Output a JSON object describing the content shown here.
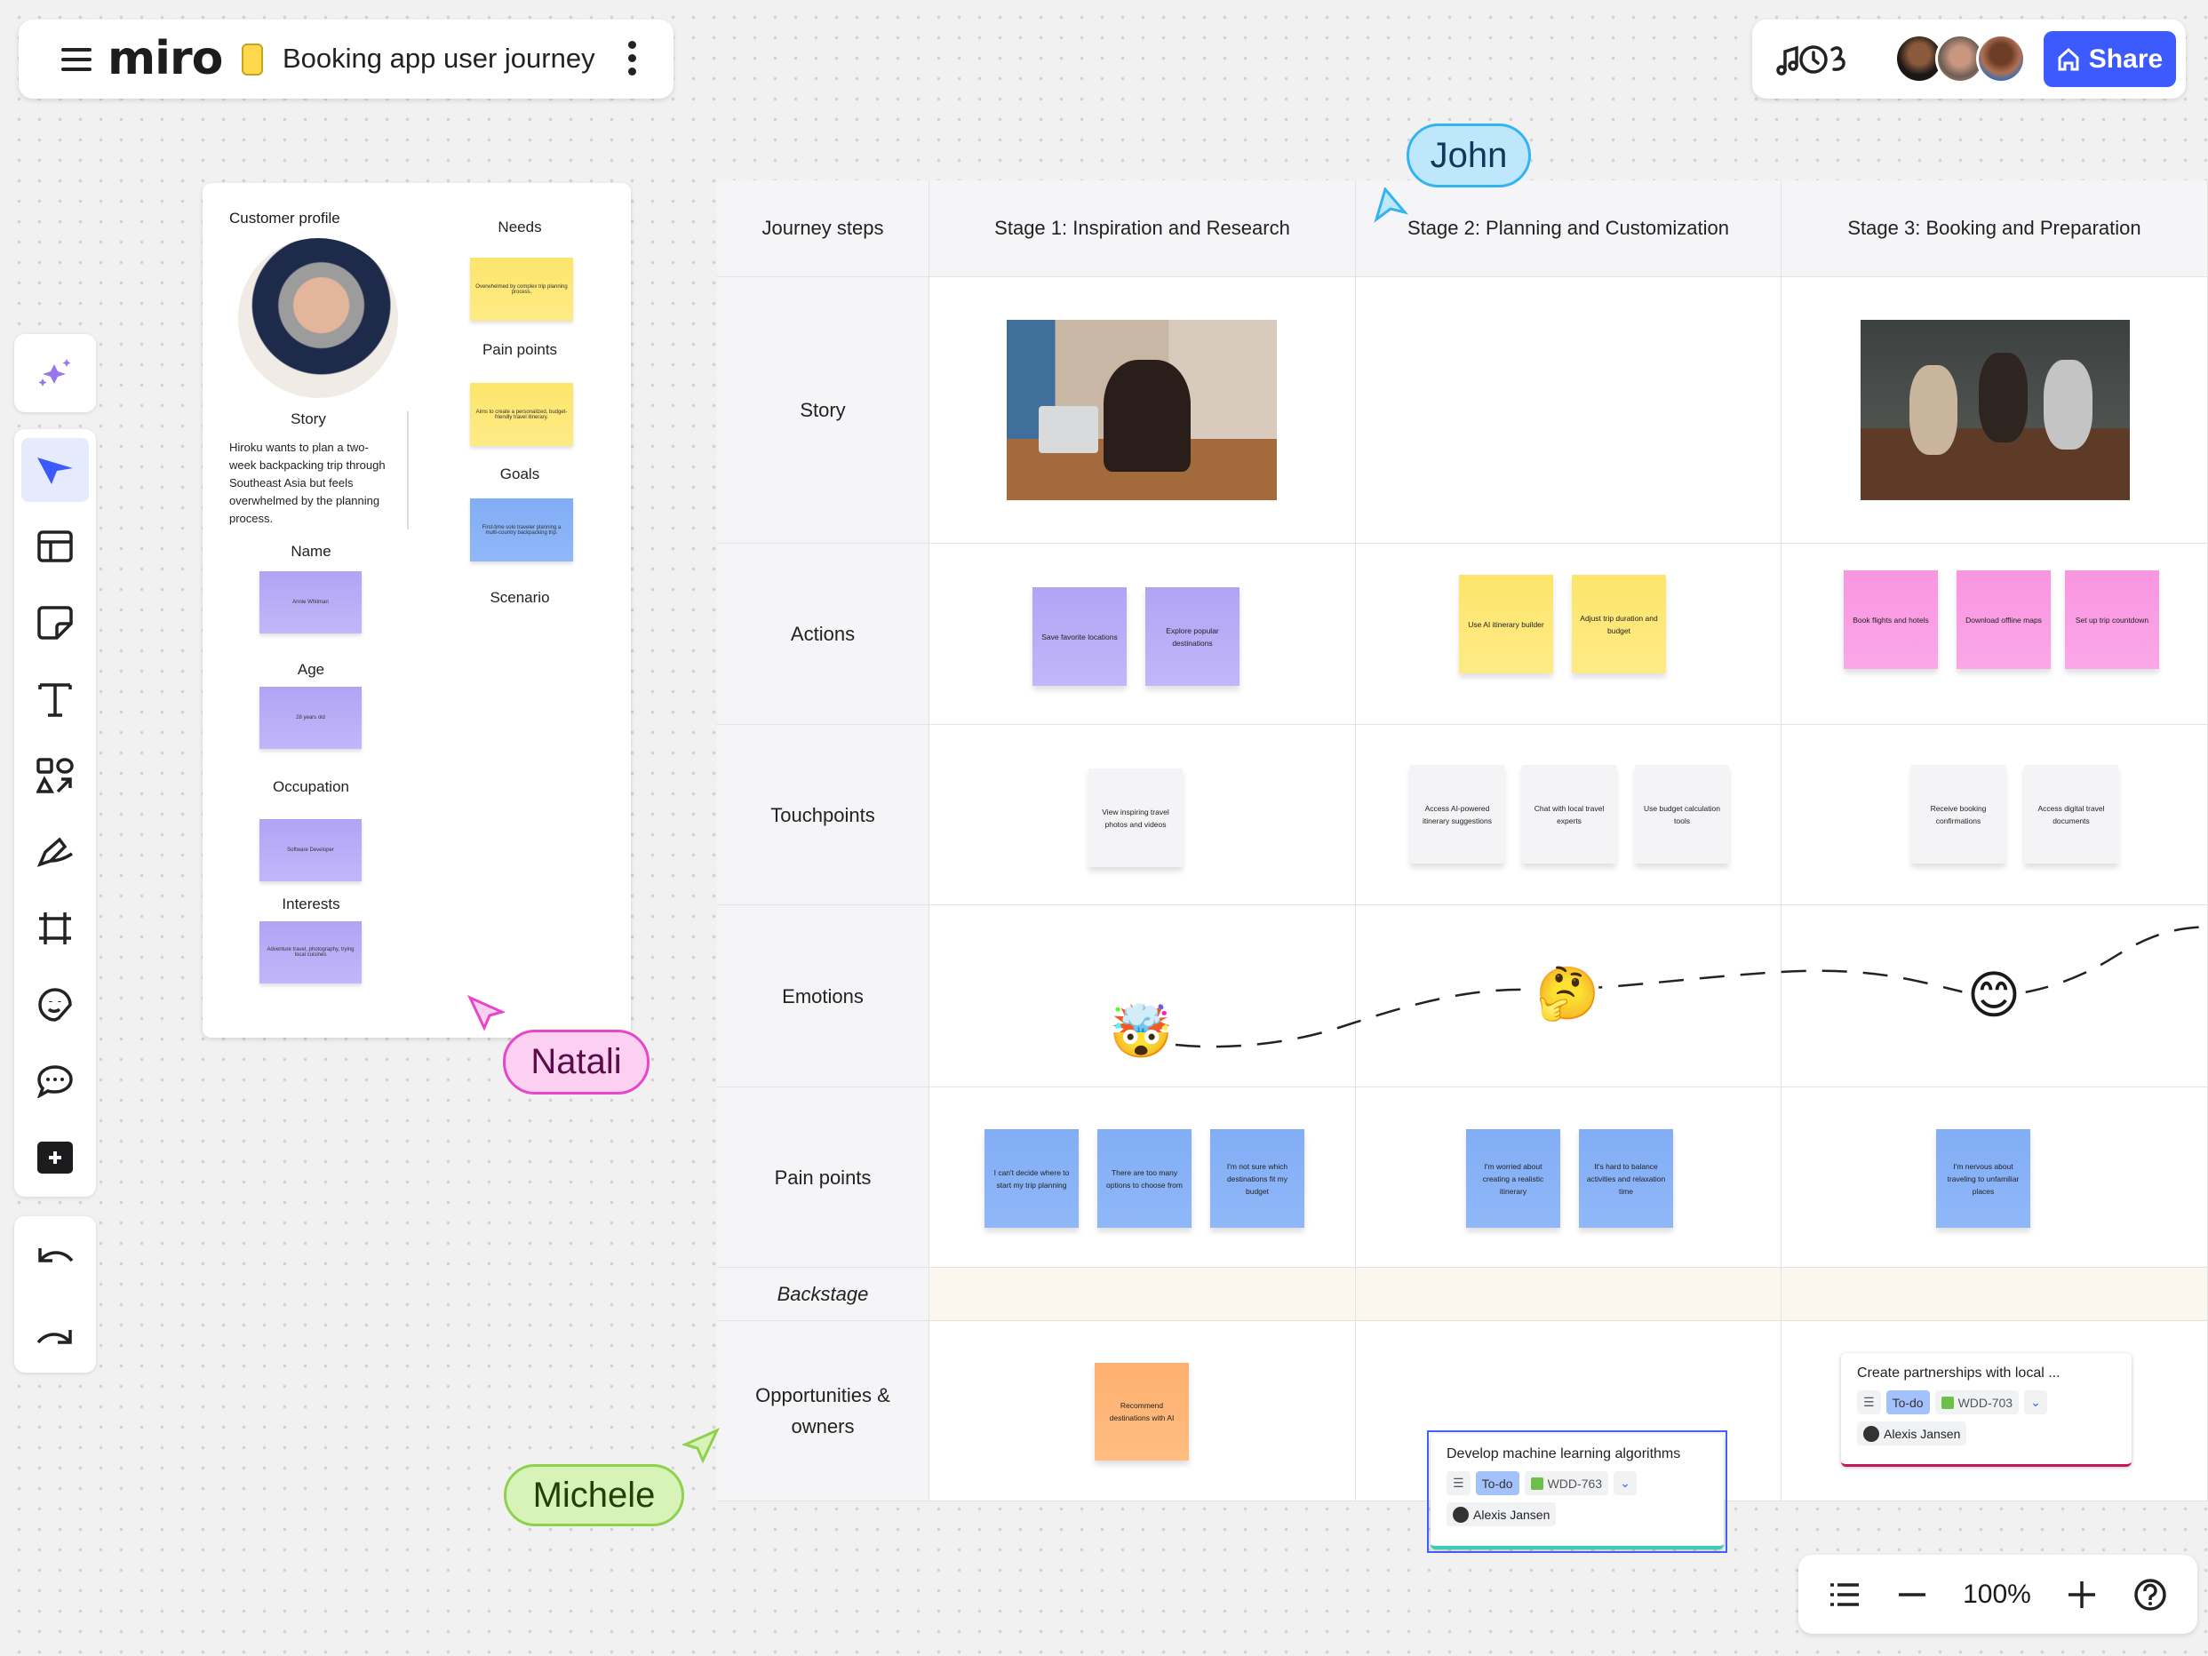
{
  "topbar": {
    "logo": "miro",
    "board_title": "Booking app user journey",
    "share_label": "Share"
  },
  "profile": {
    "title": "Customer profile",
    "story_label": "Story",
    "story_text": "Hiroku wants to plan a two-week backpacking trip through Southeast Asia but feels overwhelmed by the planning process.",
    "name_label": "Name",
    "name_value": "Annie Whitman",
    "age_label": "Age",
    "age_value": "28 years old",
    "occupation_label": "Occupation",
    "occupation_value": "Software Developer",
    "interests_label": "Interests",
    "interests_value": "Adventure travel, photography, trying local cuisines",
    "needs_label": "Needs",
    "needs_value": "Overwhelmed by complex trip planning process.",
    "pain_label": "Pain points",
    "pain_value": "Aims to create a personalized, budget-friendly travel itinerary.",
    "goals_label": "Goals",
    "goals_value": "First-time solo traveler planning a multi-country backpacking trip.",
    "scenario_label": "Scenario"
  },
  "table": {
    "headers": [
      "Journey steps",
      "Stage 1: Inspiration and Research",
      "Stage 2: Planning and Customization",
      "Stage 3: Booking and Preparation"
    ],
    "rows": [
      "Story",
      "Actions",
      "Touchpoints",
      "Emotions",
      "Pain points",
      "Backstage",
      "Opportunities & owners"
    ]
  },
  "actions": [
    [
      "Save favorite locations",
      "Explore popular destinations"
    ],
    [
      "Use AI itinerary builder",
      "Adjust trip duration and budget"
    ],
    [
      "Book flights and hotels",
      "Download offline maps",
      "Set up trip countdown"
    ]
  ],
  "touchpoints": [
    [
      "View inspiring travel photos and videos"
    ],
    [
      "Access AI-powered itinerary suggestions",
      "Chat with local travel experts",
      "Use budget calculation tools"
    ],
    [
      "Receive booking confirmations",
      "Access digital travel documents"
    ]
  ],
  "pain_points": [
    [
      "I can't decide where to start my trip planning",
      "There are too many options to choose from",
      "I'm not sure which destinations fit my budget"
    ],
    [
      "I'm worried about creating a realistic itinerary",
      "It's hard to balance activities and relaxation time"
    ],
    [
      "I'm nervous about traveling to unfamiliar places"
    ]
  ],
  "emotions": [
    "🤯",
    "🤔",
    "😊"
  ],
  "opportunity": "Recommend destinations with AI",
  "cards": [
    {
      "title": "Develop machine learning algorithms",
      "status": "To-do",
      "key": "WDD-763",
      "assignee": "Alexis Jansen"
    },
    {
      "title": "Create partnerships with local ...",
      "status": "To-do",
      "key": "WDD-703",
      "assignee": "Alexis Jansen"
    }
  ],
  "cursors": {
    "john": "John",
    "natali": "Natali",
    "michele": "Michele"
  },
  "zoom": {
    "level": "100%"
  },
  "colors": {
    "accent": "#3d5afe",
    "john": "#34b3f1",
    "natali": "#e845c9",
    "michele": "#8fd14f"
  }
}
